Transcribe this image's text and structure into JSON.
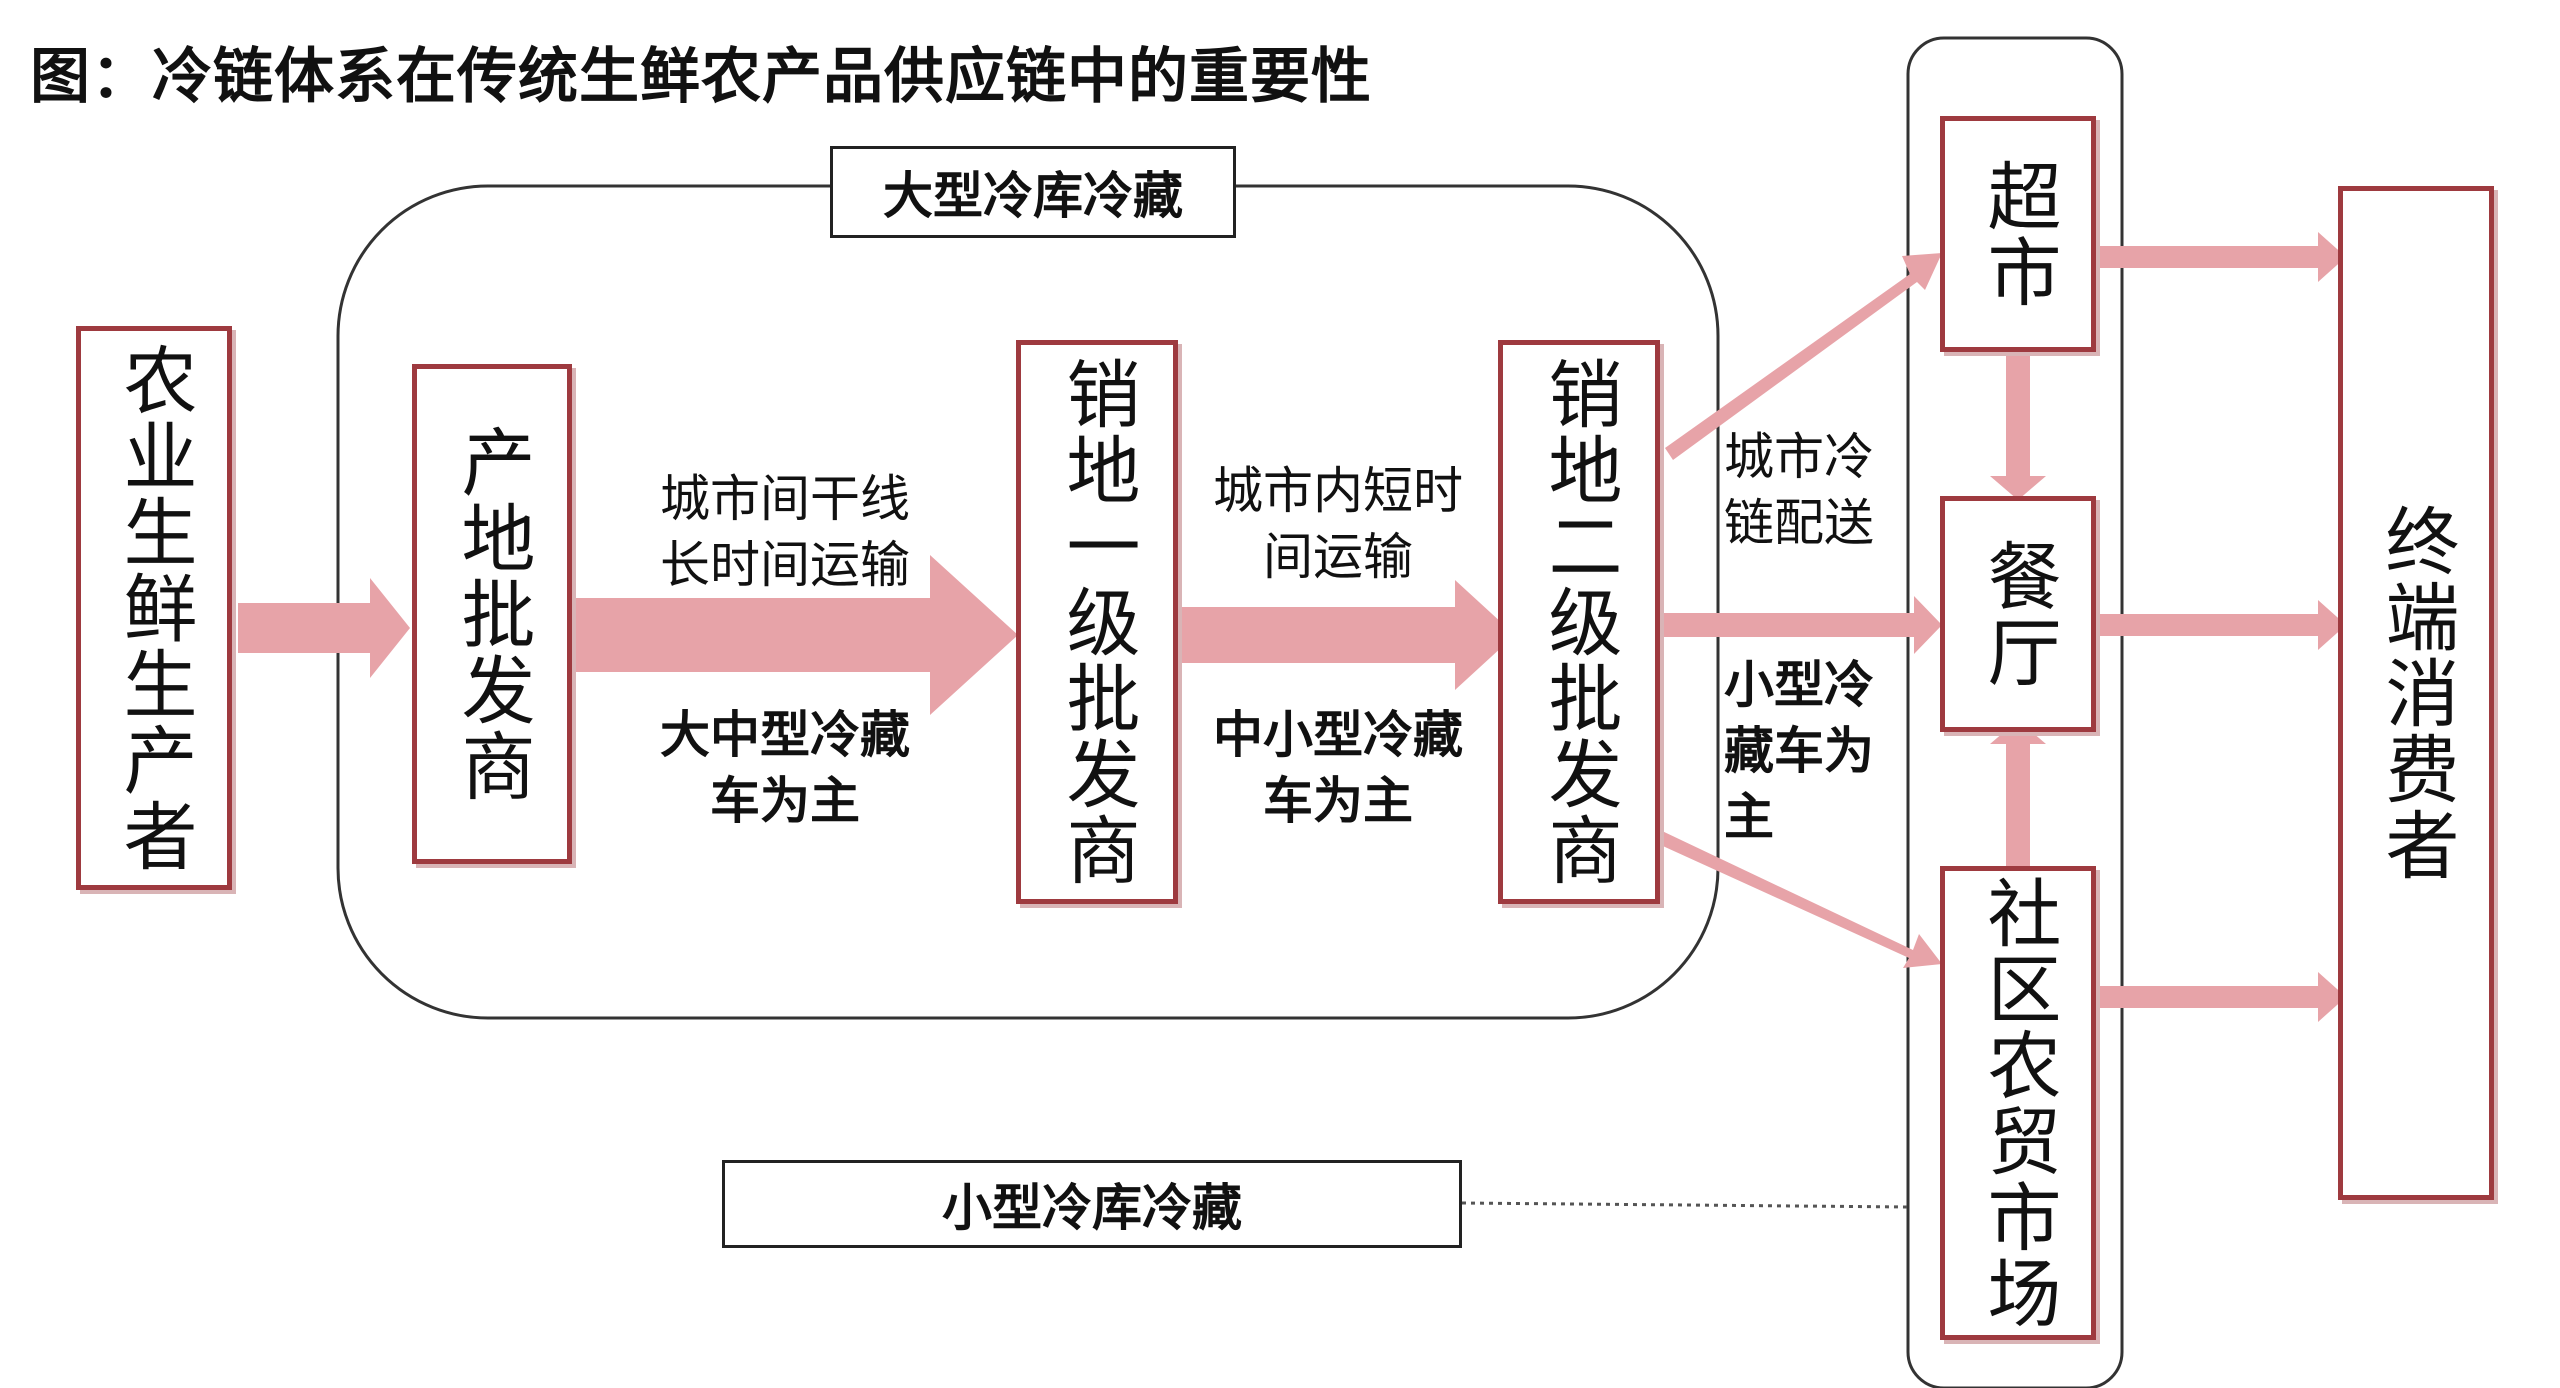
{
  "title": "图：冷链体系在传统生鲜农产品供应链中的重要性",
  "storage": {
    "large": "大型冷库冷藏",
    "small": "小型冷库冷藏"
  },
  "nodes": {
    "producer": "农业生鲜生产者",
    "origin_wholesaler": "产地批发商",
    "primary_wholesaler": "销地一级批发商",
    "secondary_wholesaler": "销地二级批发商",
    "supermarket": "超市",
    "restaurant": "餐厅",
    "market": "社区农贸市场",
    "consumer": "终端消费者"
  },
  "transport": {
    "intercity_line1": "城市间干线",
    "intercity_line2": "长时间运输",
    "intercity_vehicle_line1": "大中型冷藏",
    "intercity_vehicle_line2": "车为主",
    "intracity_line1": "城市内短时",
    "intracity_line2": "间运输",
    "intracity_vehicle_line1": "中小型冷藏",
    "intracity_vehicle_line2": "车为主",
    "delivery_line1": "城市冷",
    "delivery_line2": "链配送",
    "delivery_vehicle_line1": "小型冷",
    "delivery_vehicle_line2": "藏车为",
    "delivery_vehicle_line3": "主"
  },
  "colors": {
    "arrow": "#e7a3a8",
    "node_border": "#9e3a3f",
    "outline": "#222222"
  }
}
